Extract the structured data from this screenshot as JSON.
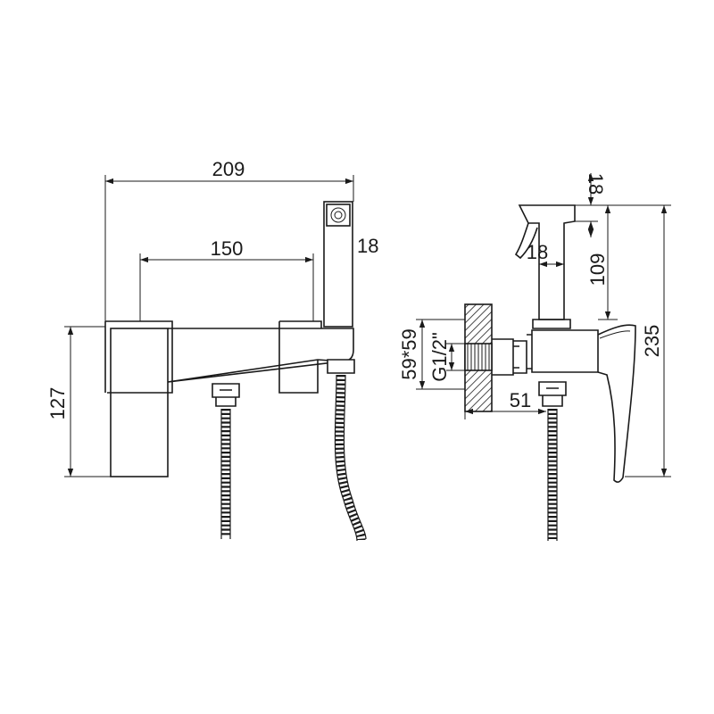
{
  "front_view": {
    "dim_overall_width": "209",
    "dim_center_distance": "150",
    "dim_handset_width": "18",
    "dim_height": "127"
  },
  "side_view": {
    "dim_top_width": "18",
    "dim_handset_depth": "18",
    "dim_handset_height": "109",
    "dim_total_height": "235",
    "dim_plate_size": "59*59",
    "dim_thread": "G1/2\"",
    "dim_projection": "51"
  }
}
